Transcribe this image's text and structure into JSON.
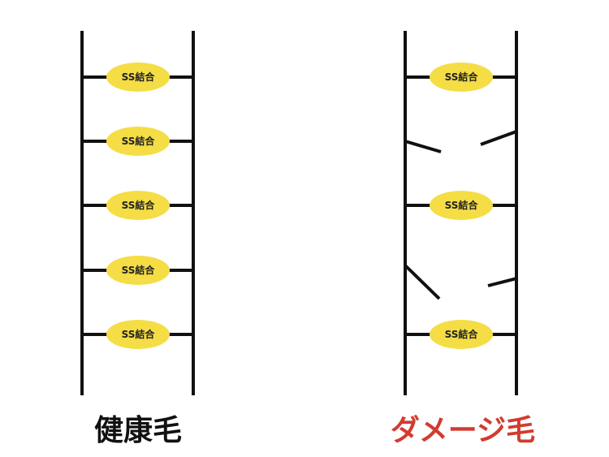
{
  "colors": {
    "background": "#ffffff",
    "line": "#111111",
    "bond_fill": "#f5dd45",
    "healthy_caption": "#111111",
    "damaged_caption": "#d23b30"
  },
  "bond_label": "SS結合",
  "healthy": {
    "caption": "健康毛",
    "intact_bonds": 5,
    "broken_bonds": 0
  },
  "damaged": {
    "caption": "ダメージ毛",
    "intact_bonds": 3,
    "broken_bonds": 2
  }
}
